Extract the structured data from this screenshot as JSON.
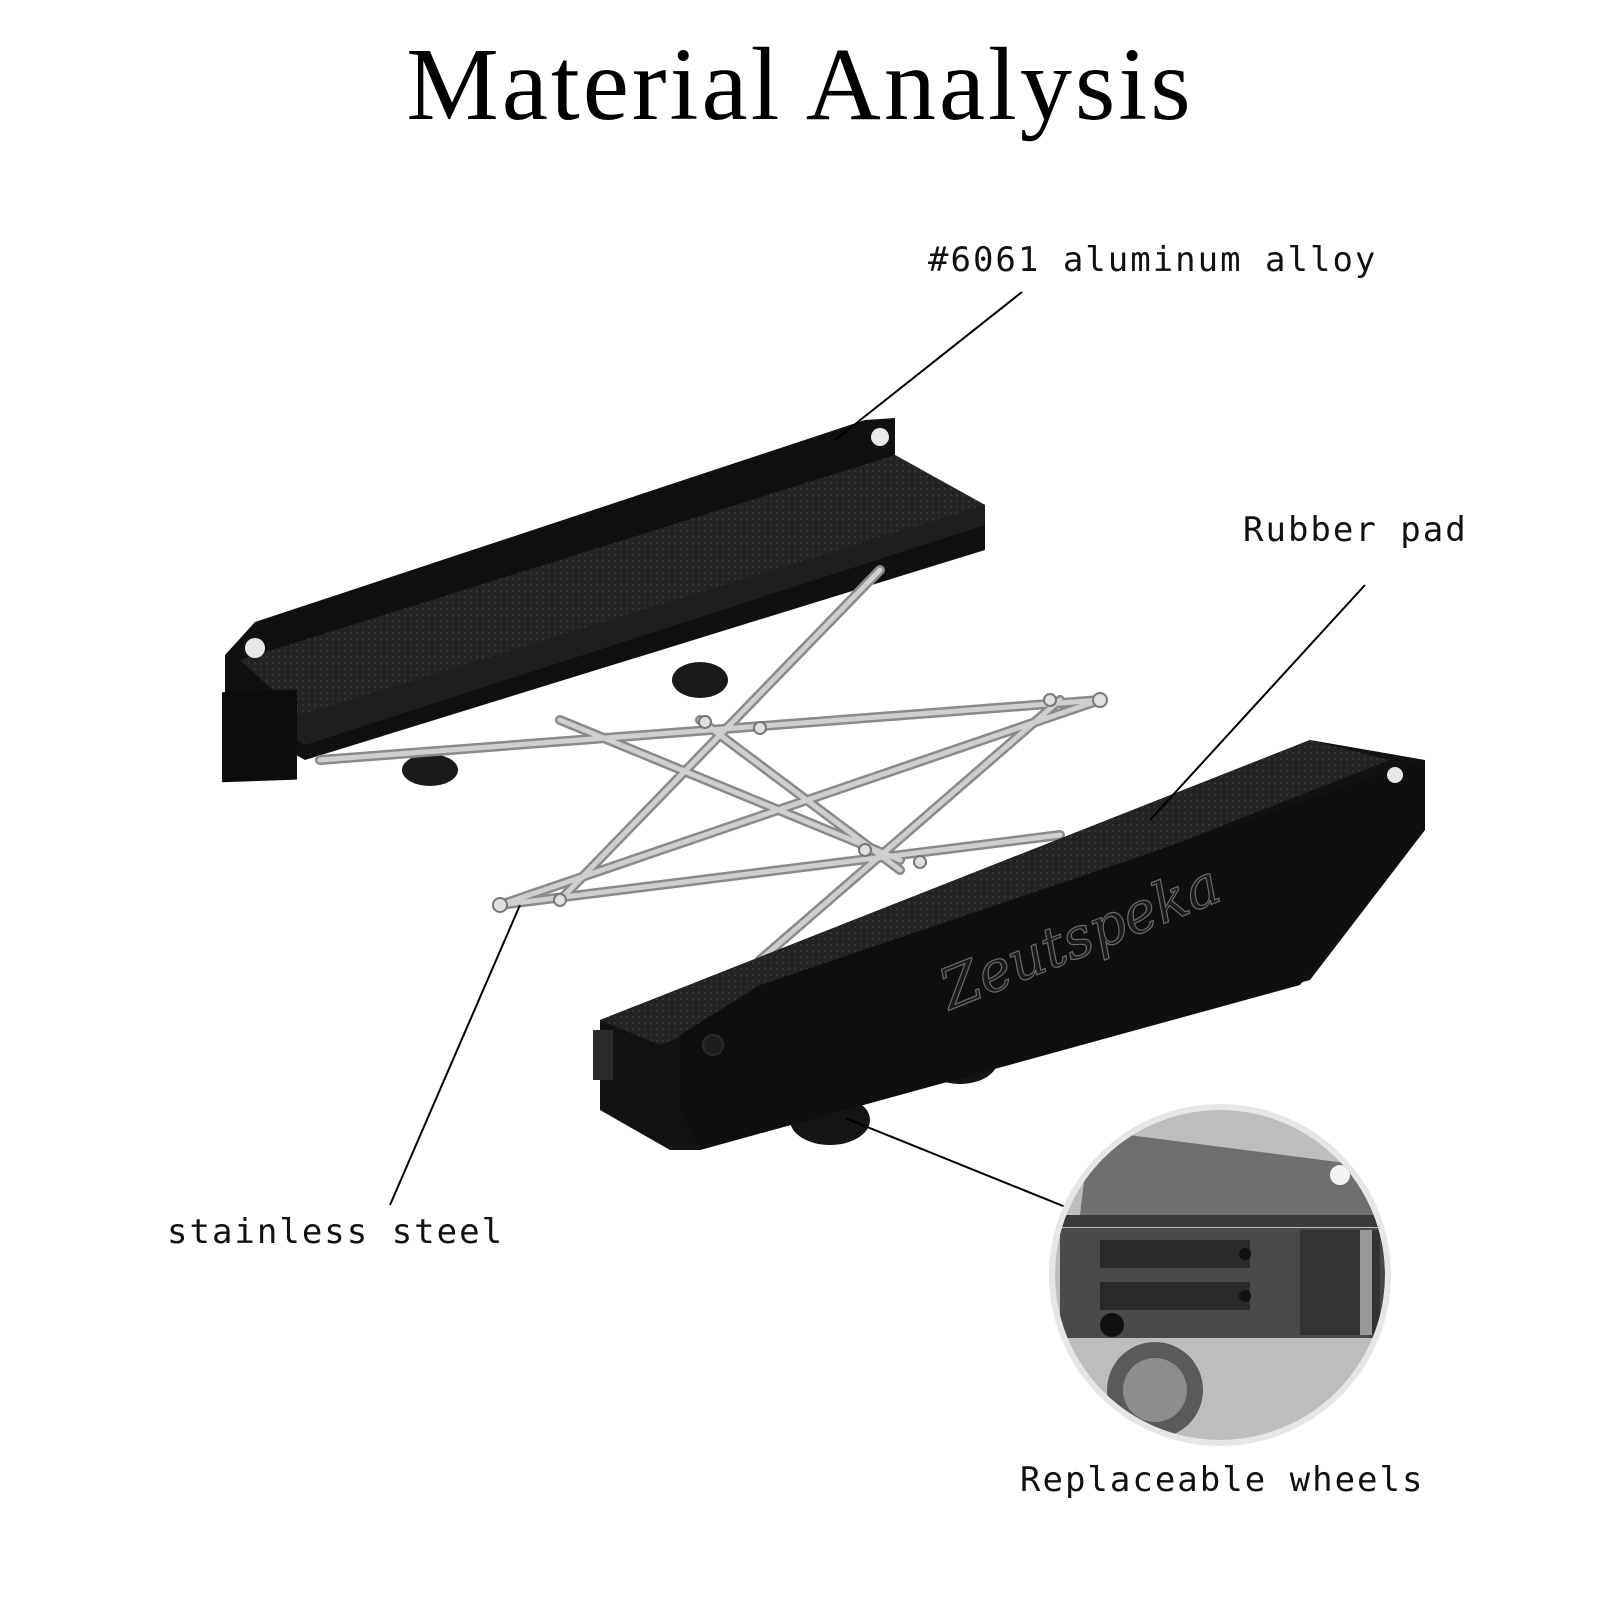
{
  "title": "Material Analysis",
  "brand_engraving": "Zeutspeka",
  "callouts": {
    "aluminum": "#6061 aluminum alloy",
    "rubber": "Rubber pad",
    "steel": "stainless steel",
    "wheels": "Replaceable wheels"
  },
  "colors": {
    "body": "#141414",
    "pad": "#262626",
    "steel": "#b8b8b8",
    "text": "#111111"
  }
}
